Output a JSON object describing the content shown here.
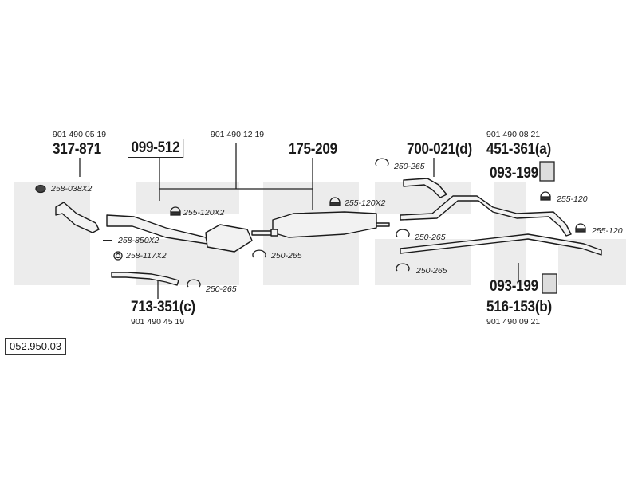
{
  "diagram": {
    "reference": "052.950.03",
    "oem_numbers": {
      "front_pipe": "901 490 05 19",
      "middle": "901 490 12 19",
      "flex_pipe": "901 490 45 19",
      "rear_a": "901 490 08 21",
      "rear_b": "901 490 09 21"
    },
    "parts": {
      "front_pipe": "317-871",
      "catalyst": "099-512",
      "middle_silencer": "175-209",
      "tail_pipe": "700-021(d)",
      "rear_pipe_a": "451-361(a)",
      "rubber_top": "093-199",
      "rubber_bottom": "093-199",
      "rear_pipe_b": "516-153(b)",
      "flex_pipe": "713-351(c)"
    },
    "small_parts": {
      "gasket": "258-038X2",
      "clamp_cat": "255-120X2",
      "clamp_mid": "255-120X2",
      "bolt": "258-850X2",
      "ring": "258-117X2",
      "clamp_250_a": "250-265",
      "clamp_250_b": "250-265",
      "clamp_250_c": "250-265",
      "clamp_250_d": "250-265",
      "clamp_250_e": "250-265",
      "clamp_255_top": "255-120",
      "clamp_255_mid": "255-120"
    },
    "colors": {
      "line": "#1a1a1a",
      "pipe_fill": "#f2f2f2",
      "watermark": "#e9e9e9"
    }
  }
}
